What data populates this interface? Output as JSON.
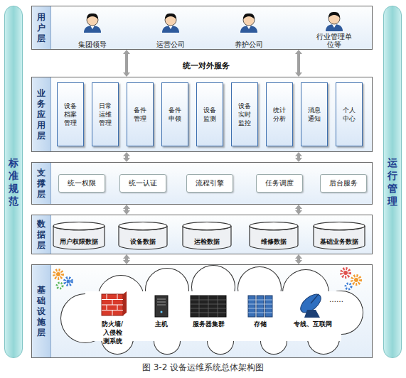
{
  "diagram": {
    "caption": "图 3-2 设备运维系统总体架构图",
    "nodes": [
      {
        "text": [
          "标准规范"
        ]
      },
      {
        "text": [
          "用户层"
        ]
      },
      {
        "text": [
          "集团领导"
        ],
        "in": 1
      },
      {
        "text": [
          "运营公司"
        ],
        "in": 1
      },
      {
        "text": [
          "养护公司"
        ],
        "in": 1
      },
      {
        "text": [
          "行业管理单位等"
        ],
        "in": 1
      },
      {
        "text": [
          "业务应用层"
        ]
      },
      {
        "text": [
          "设备档案管理"
        ],
        "in": 6
      },
      {
        "text": [
          "日常运维管理"
        ],
        "in": 6
      },
      {
        "text": [
          "备件管理"
        ],
        "in": 6
      },
      {
        "text": [
          "备件申领"
        ],
        "in": 6
      },
      {
        "text": [
          "设备监测"
        ],
        "in": 6
      },
      {
        "text": [
          "设备实时监控"
        ],
        "in": 6
      },
      {
        "text": [
          "统计分析"
        ],
        "in": 6
      },
      {
        "text": [
          "消息通知"
        ],
        "in": 6
      },
      {
        "text": [
          "个人中心"
        ],
        "in": 6
      },
      {
        "text": [
          "支撑层"
        ]
      },
      {
        "text": [
          "统一权限"
        ],
        "in": 16
      },
      {
        "text": [
          "统一认证"
        ],
        "in": 16
      },
      {
        "text": [
          "流程引擎"
        ],
        "in": 16
      },
      {
        "text": [
          "任务调度"
        ],
        "in": 16
      },
      {
        "text": [
          "后台服务"
        ],
        "in": 16
      },
      {
        "text": [
          "数据层"
        ]
      },
      {
        "text": [
          "用户权限数据"
        ],
        "in": 22
      },
      {
        "text": [
          "设备数据"
        ],
        "in": 22
      },
      {
        "text": [
          "运检数据"
        ],
        "in": 22
      },
      {
        "text": [
          "维修数据"
        ],
        "in": 22
      },
      {
        "text": [
          "基础业务数据"
        ],
        "in": 22
      },
      {
        "text": [
          "基础设施层"
        ]
      },
      {
        "text": [
          "防火墙/入侵检测系统"
        ],
        "in": 28
      },
      {
        "text": [
          "主机"
        ],
        "in": 28
      },
      {
        "text": [
          "服务器集群"
        ],
        "in": 28
      },
      {
        "text": [
          "存储"
        ],
        "in": 28
      },
      {
        "text": [
          "专线、互联网"
        ],
        "in": 28
      },
      {
        "text": [
          "运行管理"
        ]
      }
    ],
    "edges": [
      {
        "from": 1,
        "to": 6,
        "arrow": "both"
      },
      {
        "from": 1,
        "to": 6,
        "arrow": "both"
      },
      {
        "from": 6,
        "to": 16,
        "arrow": "both"
      },
      {
        "from": 6,
        "to": 16,
        "arrow": "both"
      },
      {
        "from": 16,
        "to": 22,
        "arrow": "both"
      },
      {
        "from": 16,
        "to": 22,
        "arrow": "both"
      },
      {
        "from": 22,
        "to": 28,
        "arrow": "both"
      },
      {
        "from": 22,
        "to": 28,
        "arrow": "both"
      }
    ],
    "labels": [
      "统一对外服务",
      "……"
    ]
  }
}
